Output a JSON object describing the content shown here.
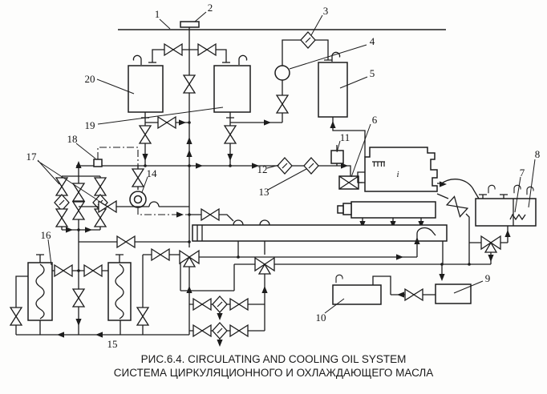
{
  "figure": {
    "caption_line1": "РИС.6.4. CIRCULATING AND COOLING OIL SYSTEM",
    "caption_line2": "СИСТЕМА ЦИРКУЛЯЦИОННОГО И ОХЛАЖДАЮЩЕГО МАСЛА",
    "engine_mark": "i",
    "colors": {
      "line": "#1c1c1c",
      "background": "#fdfdfc"
    }
  },
  "labels": [
    {
      "n": "1"
    },
    {
      "n": "2"
    },
    {
      "n": "3"
    },
    {
      "n": "4"
    },
    {
      "n": "5"
    },
    {
      "n": "6"
    },
    {
      "n": "7"
    },
    {
      "n": "8"
    },
    {
      "n": "9"
    },
    {
      "n": "10"
    },
    {
      "n": "11"
    },
    {
      "n": "12"
    },
    {
      "n": "13"
    },
    {
      "n": "14"
    },
    {
      "n": "15"
    },
    {
      "n": "16"
    },
    {
      "n": "17"
    },
    {
      "n": "18"
    },
    {
      "n": "19"
    },
    {
      "n": "20"
    }
  ]
}
